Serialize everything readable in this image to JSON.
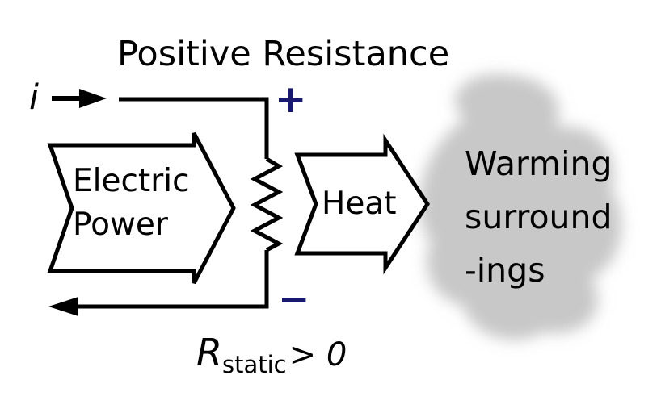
{
  "title": "Positive Resistance",
  "current": {
    "label": "i"
  },
  "terminals": {
    "plus": "+",
    "minus": "−"
  },
  "arrows": {
    "electric_power": {
      "line1": "Electric",
      "line2": "Power"
    },
    "heat": {
      "label": "Heat"
    }
  },
  "surroundings": {
    "line1": "Warming",
    "line2": "surround",
    "line3": "-ings"
  },
  "equation": {
    "symbol": "R",
    "subscript": "static",
    "relation": "> 0"
  },
  "icons": {
    "resistor": "resistor-zigzag-icon",
    "current_in": "right-arrow-icon",
    "current_out": "left-arrow-icon",
    "power_flow": "block-arrow-right-icon",
    "heat_flow": "block-arrow-right-icon"
  },
  "colors": {
    "terminal_sign": "#191970",
    "wire": "#000000",
    "text": "#000000",
    "surroundings_blob": "#c8c8c8",
    "background": "#ffffff"
  }
}
